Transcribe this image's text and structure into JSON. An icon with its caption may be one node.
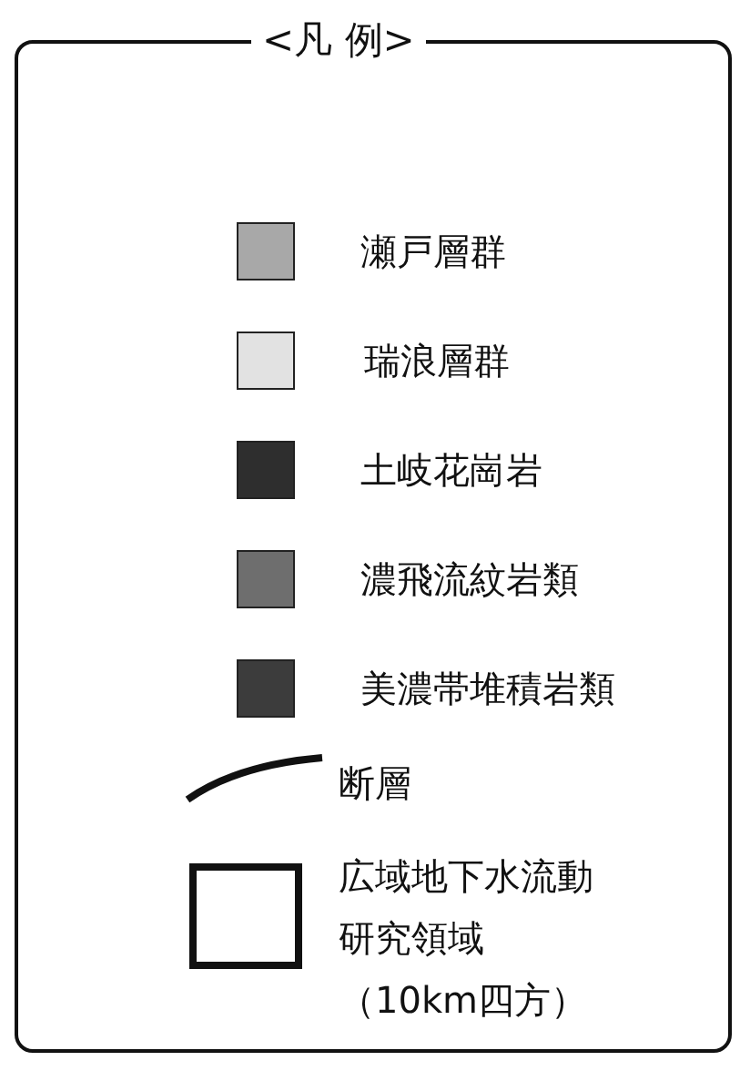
{
  "diagram": {
    "title": "<凡 例>",
    "legend": [
      {
        "text": "瀬戸層群",
        "color": "#a8a8a8"
      },
      {
        "text": "瑞浪層群",
        "color": "#e2e2e2"
      },
      {
        "text": "土岐花崗岩",
        "color": "#2e2e2e"
      },
      {
        "text": "濃飛流紋岩類",
        "color": "#6e6e6e"
      },
      {
        "text": "美濃帯堆積岩類",
        "color": "#3c3c3c"
      },
      {
        "text": "断層"
      },
      {
        "text": "広域地下水流動研究領域（10km四方）"
      }
    ]
  }
}
